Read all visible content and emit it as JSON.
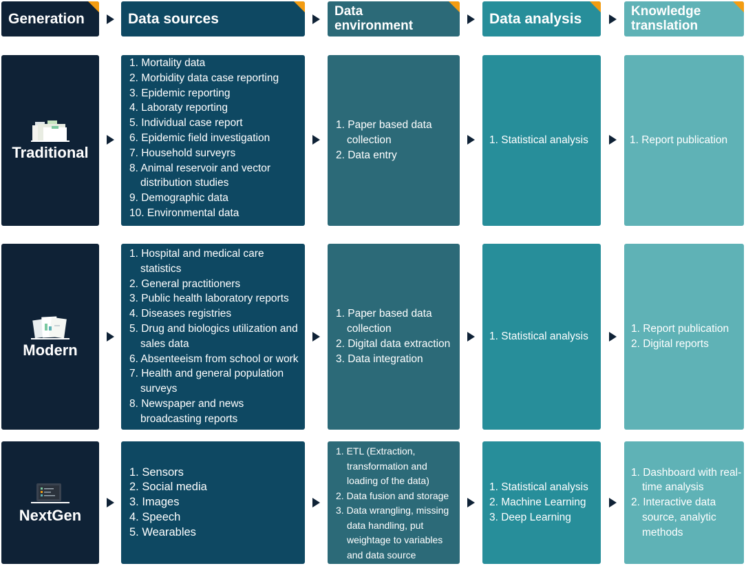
{
  "headers": {
    "generation": "Generation",
    "data_sources": "Data sources",
    "data_environment": "Data\nenvironment",
    "data_analysis": "Data analysis",
    "knowledge_translation": "Knowledge\ntranslation"
  },
  "rows": {
    "traditional": {
      "label": "Traditional",
      "icon": "folders-icon",
      "sources": [
        "1. Mortality data",
        "2. Morbidity data case reporting",
        "3. Epidemic reporting",
        "4. Laboraty reporting",
        "5. Individual case report",
        "6. Epidemic field investigation",
        "7. Household surveyrs",
        "8. Animal reservoir and vector distribution studies",
        "9. Demographic data",
        "10. Environmental data"
      ],
      "environment": [
        "1. Paper based data collection",
        "2. Data entry"
      ],
      "analysis": [
        "1. Statistical analysis"
      ],
      "translation": [
        "1. Report publication"
      ]
    },
    "modern": {
      "label": "Modern",
      "icon": "documents-icon",
      "sources": [
        "1. Hospital and medical care statistics",
        "2. General practitioners",
        "3. Public health laboratory reports",
        "4. Diseases registries",
        "5. Drug and biologics utilization and sales data",
        "6. Absenteeism from school or work",
        "7. Health and general population surveys",
        "8. Newspaper and news broadcasting reports"
      ],
      "environment": [
        "1. Paper based data collection",
        "2. Digital data extraction",
        "3. Data integration"
      ],
      "analysis": [
        "1. Statistical analysis"
      ],
      "translation": [
        "1. Report publication",
        "2. Digital reports"
      ]
    },
    "nextgen": {
      "label": "NextGen",
      "icon": "laptop-icon",
      "sources": [
        "1. Sensors",
        "2. Social media",
        "3. Images",
        "4. Speech",
        "5. Wearables"
      ],
      "environment": [
        "1. ETL (Extraction, transformation and loading of the data)",
        "2. Data fusion and storage",
        "3. Data wrangling, missing data handling, put weightage to variables and data source"
      ],
      "analysis": [
        "1. Statistical analysis",
        "2. Machine Learning",
        "3. Deep Learning"
      ],
      "translation": [
        "1. Dashboard with real-time analysis",
        "2. Interactive data source, analytic methods"
      ]
    }
  },
  "colors": {
    "generation": "#0f2236",
    "data_sources": "#0e4862",
    "data_environment": "#2c6a78",
    "data_analysis": "#278e9a",
    "knowledge_translation": "#5fb2b6",
    "accent": "#f39c12"
  }
}
